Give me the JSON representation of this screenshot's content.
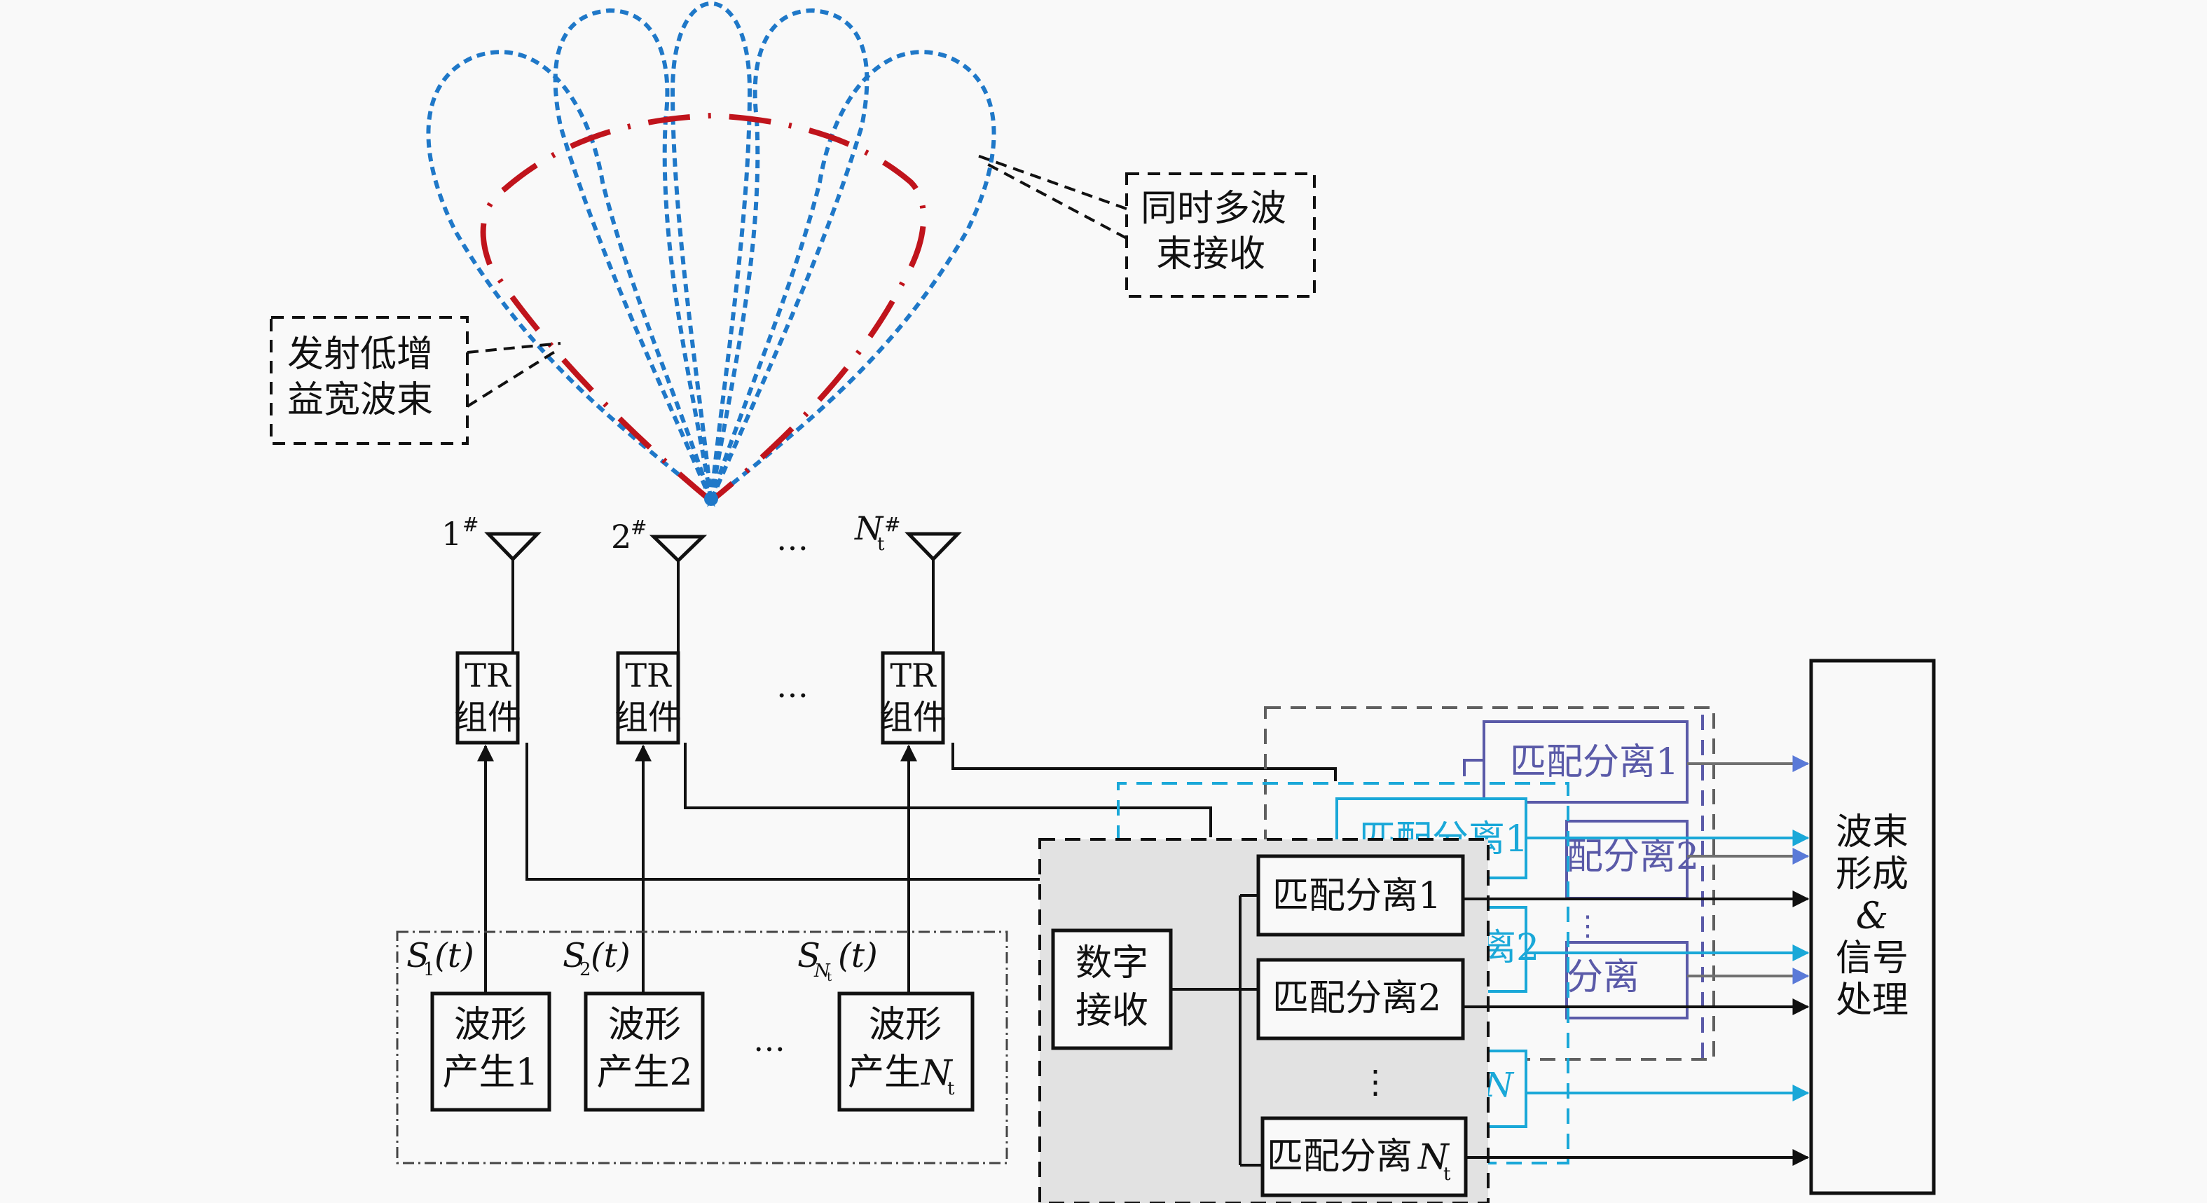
{
  "colors": {
    "beam": "#1f78c8",
    "wide_beam": "#c0141c",
    "layer_purple": "#5a5aa8",
    "layer_cyan": "#1aa8d8",
    "layer_gray": "#707070",
    "receiver_fill": "#e2e2e2",
    "line": "#111111"
  },
  "callouts": {
    "tx": {
      "line1": "发射低增",
      "line2": "益宽波束"
    },
    "rx": {
      "line1": "同时多波",
      "line2": "束接收"
    }
  },
  "antennas": [
    {
      "label": "1",
      "sup": "#"
    },
    {
      "label": "2",
      "sup": "#"
    },
    {
      "label": "N",
      "sub": "t",
      "sup": "#"
    }
  ],
  "ellipsis": "…",
  "vellipsis": "⋮",
  "tr_modules": [
    {
      "line1": "TR",
      "line2": "组件"
    },
    {
      "line1": "TR",
      "line2": "组件"
    },
    {
      "line1": "TR",
      "line2": "组件"
    }
  ],
  "signals": [
    {
      "s": "S",
      "sub": "1",
      "arg": "(t)"
    },
    {
      "s": "S",
      "sub": "2",
      "arg": "(t)"
    },
    {
      "s": "S",
      "sub": "N",
      "subsub": "t",
      "arg": "(t)"
    }
  ],
  "waveform_gens": [
    {
      "line1": "波形",
      "line2": "产生1"
    },
    {
      "line1": "波形",
      "line2": "产生2"
    },
    {
      "line1": "波形",
      "line2": "产生",
      "var": "N",
      "sub": "t"
    }
  ],
  "digital_rx": {
    "line1": "数字",
    "line2": "接收"
  },
  "matched_filters": {
    "front": [
      "匹配分离1",
      "匹配分离2",
      "匹配分离"
    ],
    "front_var": {
      "var": "N",
      "sub": "t"
    },
    "mid_visible": [
      "匹配分离1",
      "离2",
      ""
    ],
    "back_visible": [
      "匹配分离1",
      "配分离2",
      "分离"
    ]
  },
  "processor": {
    "lines": [
      "波束",
      "形成",
      "&",
      "信号",
      "处理"
    ]
  }
}
